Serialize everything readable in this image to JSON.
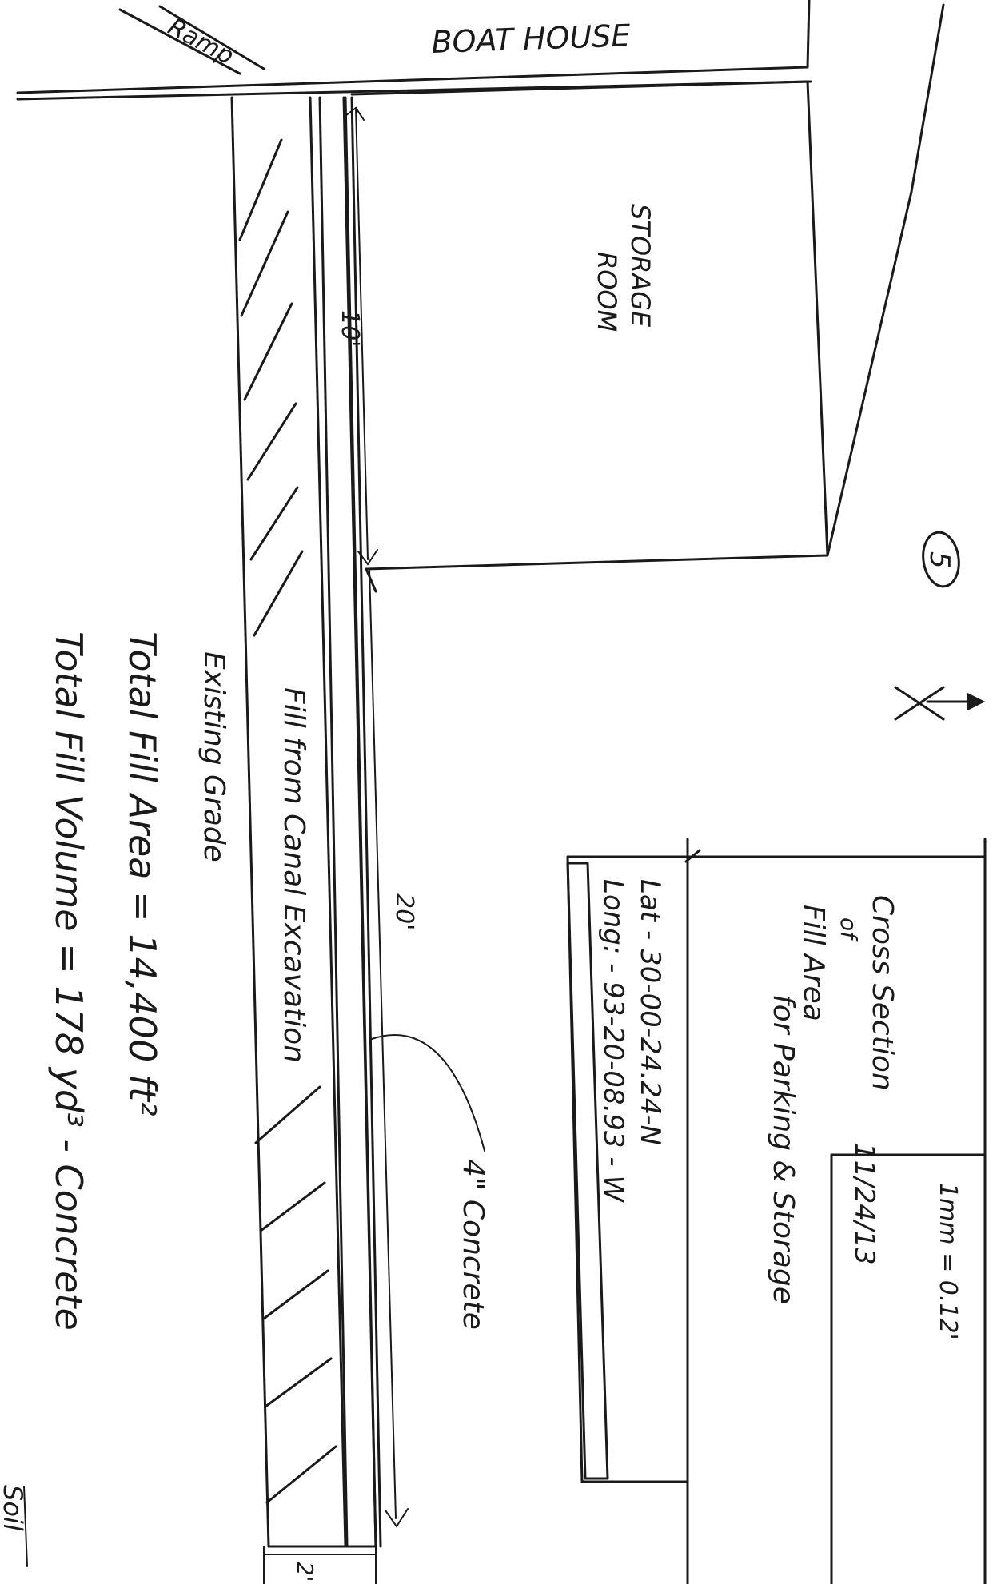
{
  "corner_label": "Ramp",
  "labels": {
    "boat_house": "BOAT HOUSE",
    "storage_room_line1": "STORAGE",
    "storage_room_line2": "ROOM",
    "sheet_number": "5",
    "north": "N",
    "dim_10": "10'",
    "dim_20": "20'",
    "concrete": "4\" Concrete",
    "fill_canal": "Fill from Canal Excavation",
    "existing_grade": "Existing Grade",
    "dim_2": "2'"
  },
  "title_block": {
    "line1": "Cross Section",
    "line2": "of",
    "line3": "Fill Area",
    "line4": "for Parking & Storage",
    "date": "11/24/13",
    "scale": "1mm = 0.12'",
    "lat": "Lat - 30-00-24.24-N",
    "long": "Long: - 93-20-08.93 - W"
  },
  "totals": {
    "area": "Total Fill Area = 14,400 ft²",
    "volume": "Total Fill Volume = 178 yd³ - Concrete",
    "soil_tail": "Soil"
  }
}
